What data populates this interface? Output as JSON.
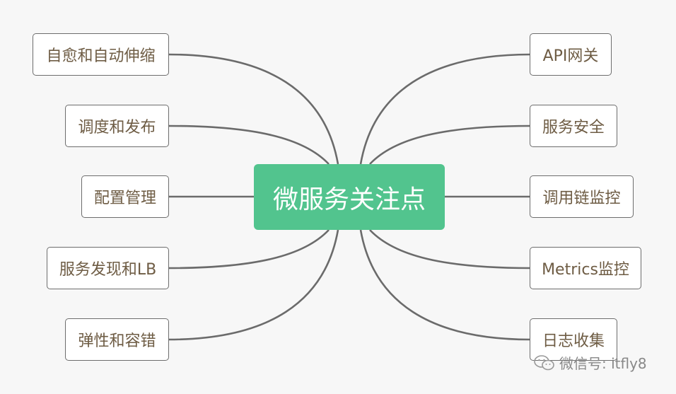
{
  "center": {
    "label": "微服务关注点",
    "color": "#52c48e"
  },
  "left_nodes": [
    {
      "label": "自愈和自动伸缩"
    },
    {
      "label": "调度和发布"
    },
    {
      "label": "配置管理"
    },
    {
      "label": "服务发现和LB"
    },
    {
      "label": "弹性和容错"
    }
  ],
  "right_nodes": [
    {
      "label": "API网关"
    },
    {
      "label": "服务安全"
    },
    {
      "label": "调用链监控"
    },
    {
      "label": "Metrics监控"
    },
    {
      "label": "日志收集"
    }
  ],
  "watermark": {
    "text": "微信号: itfly8",
    "icon": "wechat-icon"
  },
  "colors": {
    "node_text": "#6e5c44",
    "connector": "#6b6b6b",
    "background": "#f7f7f7"
  }
}
